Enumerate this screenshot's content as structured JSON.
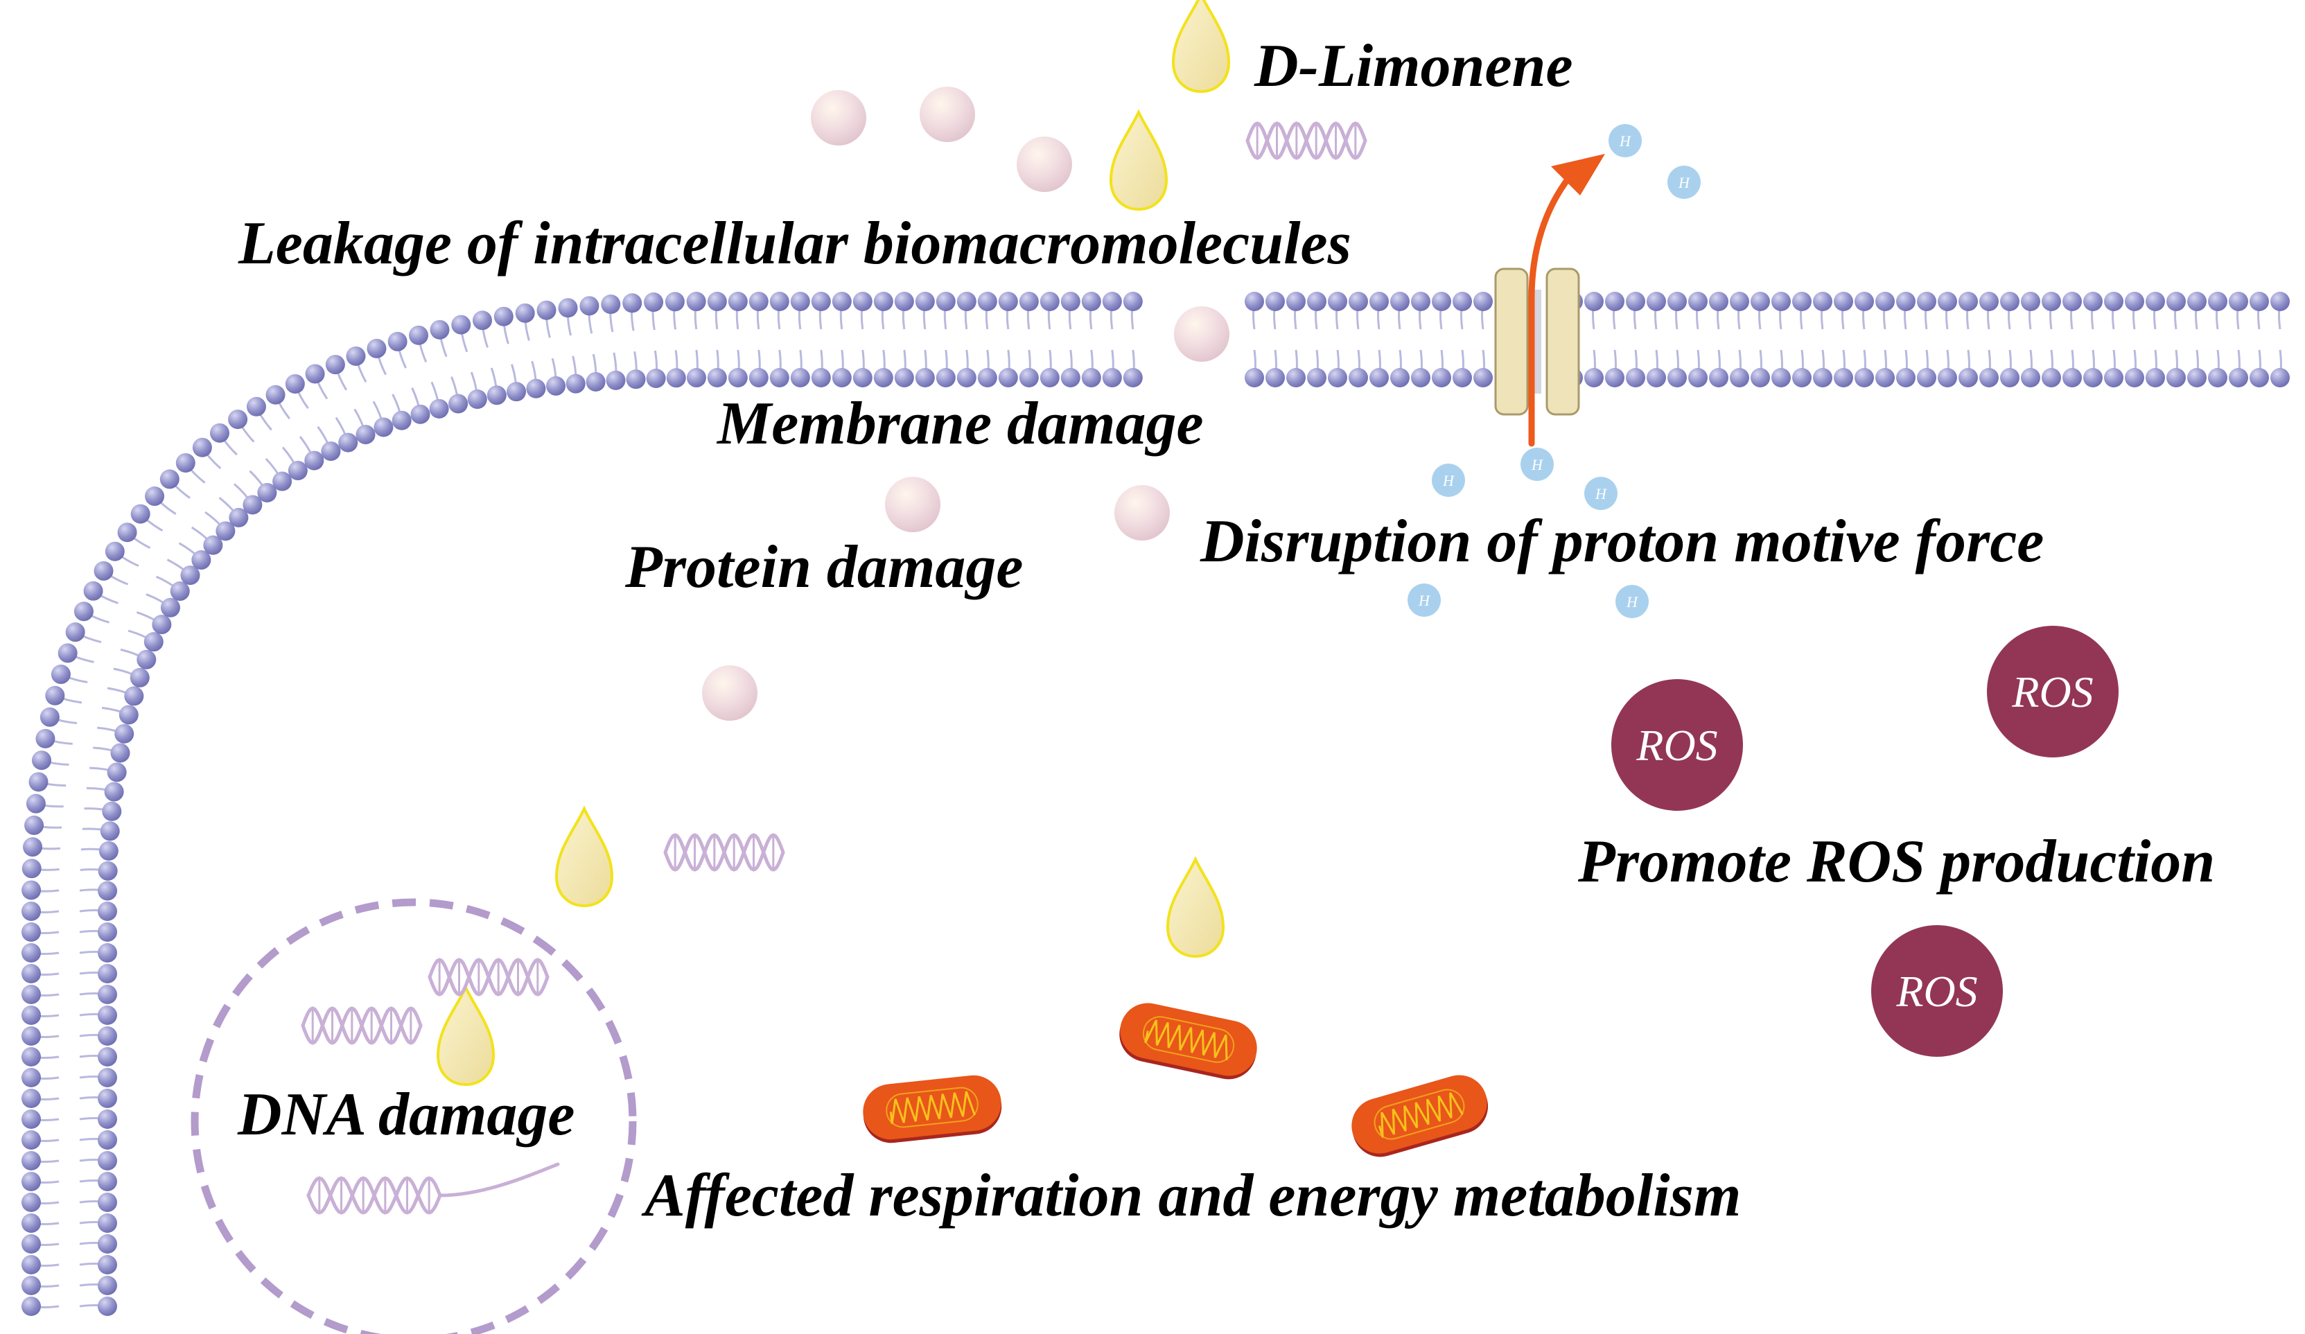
{
  "labels": {
    "d_limonene": "D-Limonene",
    "leakage": "Leakage of intracellular biomacromolecules",
    "membrane_damage": "Membrane damage",
    "protein_damage": "Protein damage",
    "pmf_disruption": "Disruption of proton motive force",
    "ros_production": "Promote ROS production",
    "dna_damage": "DNA damage",
    "respiration": "Affected respiration and energy metabolism"
  },
  "ros_label": "ROS",
  "proton_label": "H",
  "icons": {
    "droplet": "d-limonene-droplet-icon",
    "protein": "protein-sphere-icon",
    "dna": "dna-helix-icon",
    "mitochondrion": "mitochondrion-icon",
    "ros": "ros-molecule-icon",
    "proton": "proton-icon",
    "channel": "membrane-channel-icon",
    "membrane": "lipid-bilayer-membrane"
  },
  "colors": {
    "lipid_head": "#8e8ec9",
    "lipid_tail": "#b9b9de",
    "droplet_fill": "#f3e6a6",
    "droplet_stroke": "#f2e21c",
    "protein_fill": "#efdbe0",
    "dna": "#c9b0d6",
    "mito_fill": "#e8561a",
    "mito_edge": "#a8261e",
    "mito_crista": "#f6c21b",
    "ros_fill": "#933656",
    "proton_fill": "#a9d1ee",
    "channel_fill": "#efe4b9",
    "channel_stroke": "#a99a6a",
    "arrow": "#ec5a1c",
    "nucleus_border": "#b39bcc"
  }
}
